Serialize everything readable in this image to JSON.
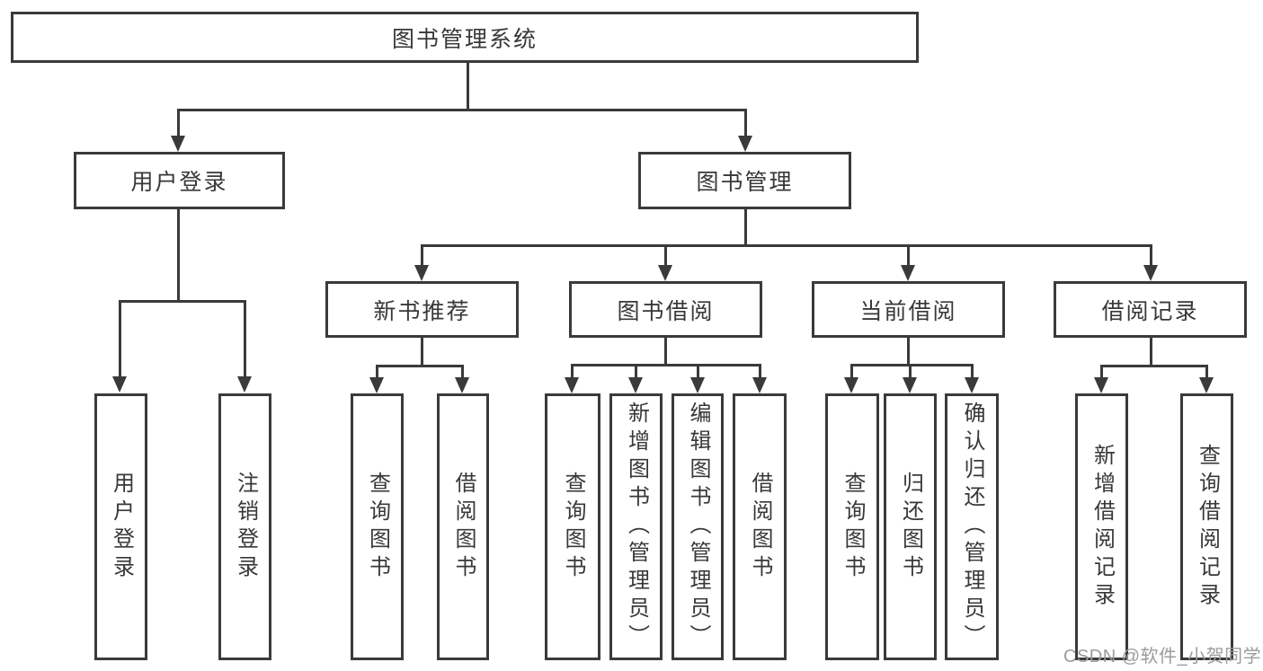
{
  "diagram": {
    "root": {
      "label": "图书管理系统"
    },
    "level2": [
      {
        "label": "用户登录"
      },
      {
        "label": "图书管理"
      }
    ],
    "level3": [
      {
        "label": "新书推荐"
      },
      {
        "label": "图书借阅"
      },
      {
        "label": "当前借阅"
      },
      {
        "label": "借阅记录"
      }
    ],
    "leaves": [
      {
        "label": "用户登录"
      },
      {
        "label": "注销登录"
      },
      {
        "label": "查询图书"
      },
      {
        "label": "借阅图书"
      },
      {
        "label": "查询图书"
      },
      {
        "label": "新增图书（管理员）"
      },
      {
        "label": "编辑图书（管理员）"
      },
      {
        "label": "借阅图书"
      },
      {
        "label": "查询图书"
      },
      {
        "label": "归还图书"
      },
      {
        "label": "确认归还（管理员）"
      },
      {
        "label": "新增借阅记录"
      },
      {
        "label": "查询借阅记录"
      }
    ]
  },
  "watermark": {
    "text": "CSDN @软件_小贺同学"
  },
  "colors": {
    "line": "#3a3a3a",
    "text": "#383838",
    "watermark": "#9c9c9c",
    "background": "#ffffff"
  }
}
